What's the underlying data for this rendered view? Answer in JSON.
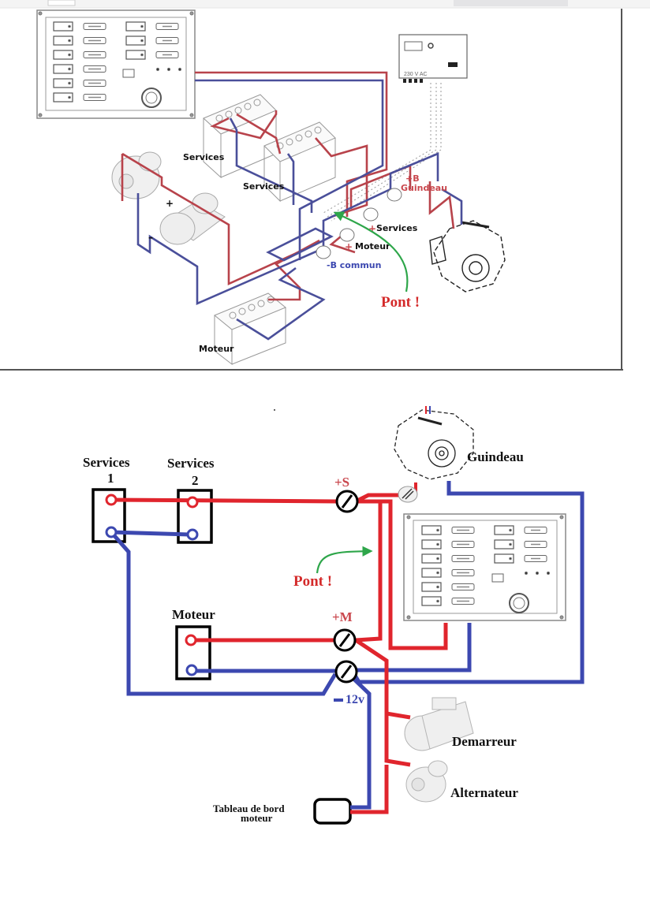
{
  "colors": {
    "positive_wire": "#e0252d",
    "negative_wire": "#3c48b0",
    "positive_wire_faded": "#b8434b",
    "negative_wire_faded": "#4a4f9a",
    "bridge_arrow": "#2ea64a",
    "label_red": "#d42a2a",
    "label_blue": "#3c48b0",
    "label_black": "#111111",
    "sketch_gray": "#8a8a8a",
    "frame_border": "#555555"
  },
  "top_diagram": {
    "labels": {
      "services_1": "Services",
      "services_2": "Services",
      "moteur_battery": "Moteur",
      "plus_b": "+B",
      "guindeau": "Guindeau",
      "plus_services": "Services",
      "plus_moteur": "Moteur",
      "minus_b_commun": "-B commun",
      "pont": "Pont !",
      "charger_voltage": "230 V AC",
      "plus_sign": "+",
      "minus_sign": "–"
    }
  },
  "bottom_diagram": {
    "batteries": {
      "services_1": {
        "title": "Services",
        "number": "1"
      },
      "services_2": {
        "title": "Services",
        "number": "2"
      },
      "moteur": {
        "title": "Moteur"
      }
    },
    "switches": {
      "plus_s": "+S",
      "plus_m": "+M",
      "minus_12v": "12v",
      "minus_sign": "–"
    },
    "devices": {
      "guindeau": "Guindeau",
      "demarreur": "Demarreur",
      "alternateur": "Alternateur",
      "tableau_line1": "Tableau de bord",
      "tableau_line2": "moteur"
    },
    "annotation": "Pont !"
  }
}
